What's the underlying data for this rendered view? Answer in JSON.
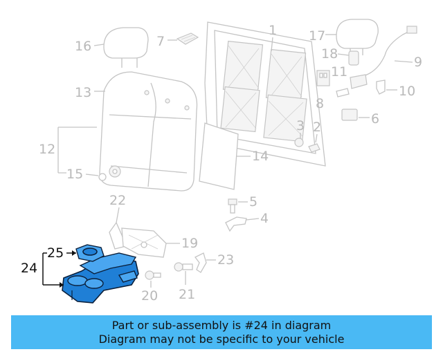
{
  "diagram": {
    "callouts": [
      "1",
      "2",
      "3",
      "4",
      "5",
      "6",
      "7",
      "8",
      "9",
      "10",
      "11",
      "12",
      "13",
      "14",
      "15",
      "16",
      "17",
      "18",
      "19",
      "20",
      "21",
      "22",
      "23",
      "24",
      "25"
    ],
    "highlighted_part": "24",
    "highlight_color": "#1f7fd6",
    "muted_color": "#b9b9b9"
  },
  "banner": {
    "line1": "Part or sub-assembly is #24 in diagram",
    "line2": "Diagram may not be specific to your vehicle",
    "background": "#4ab9f4"
  }
}
